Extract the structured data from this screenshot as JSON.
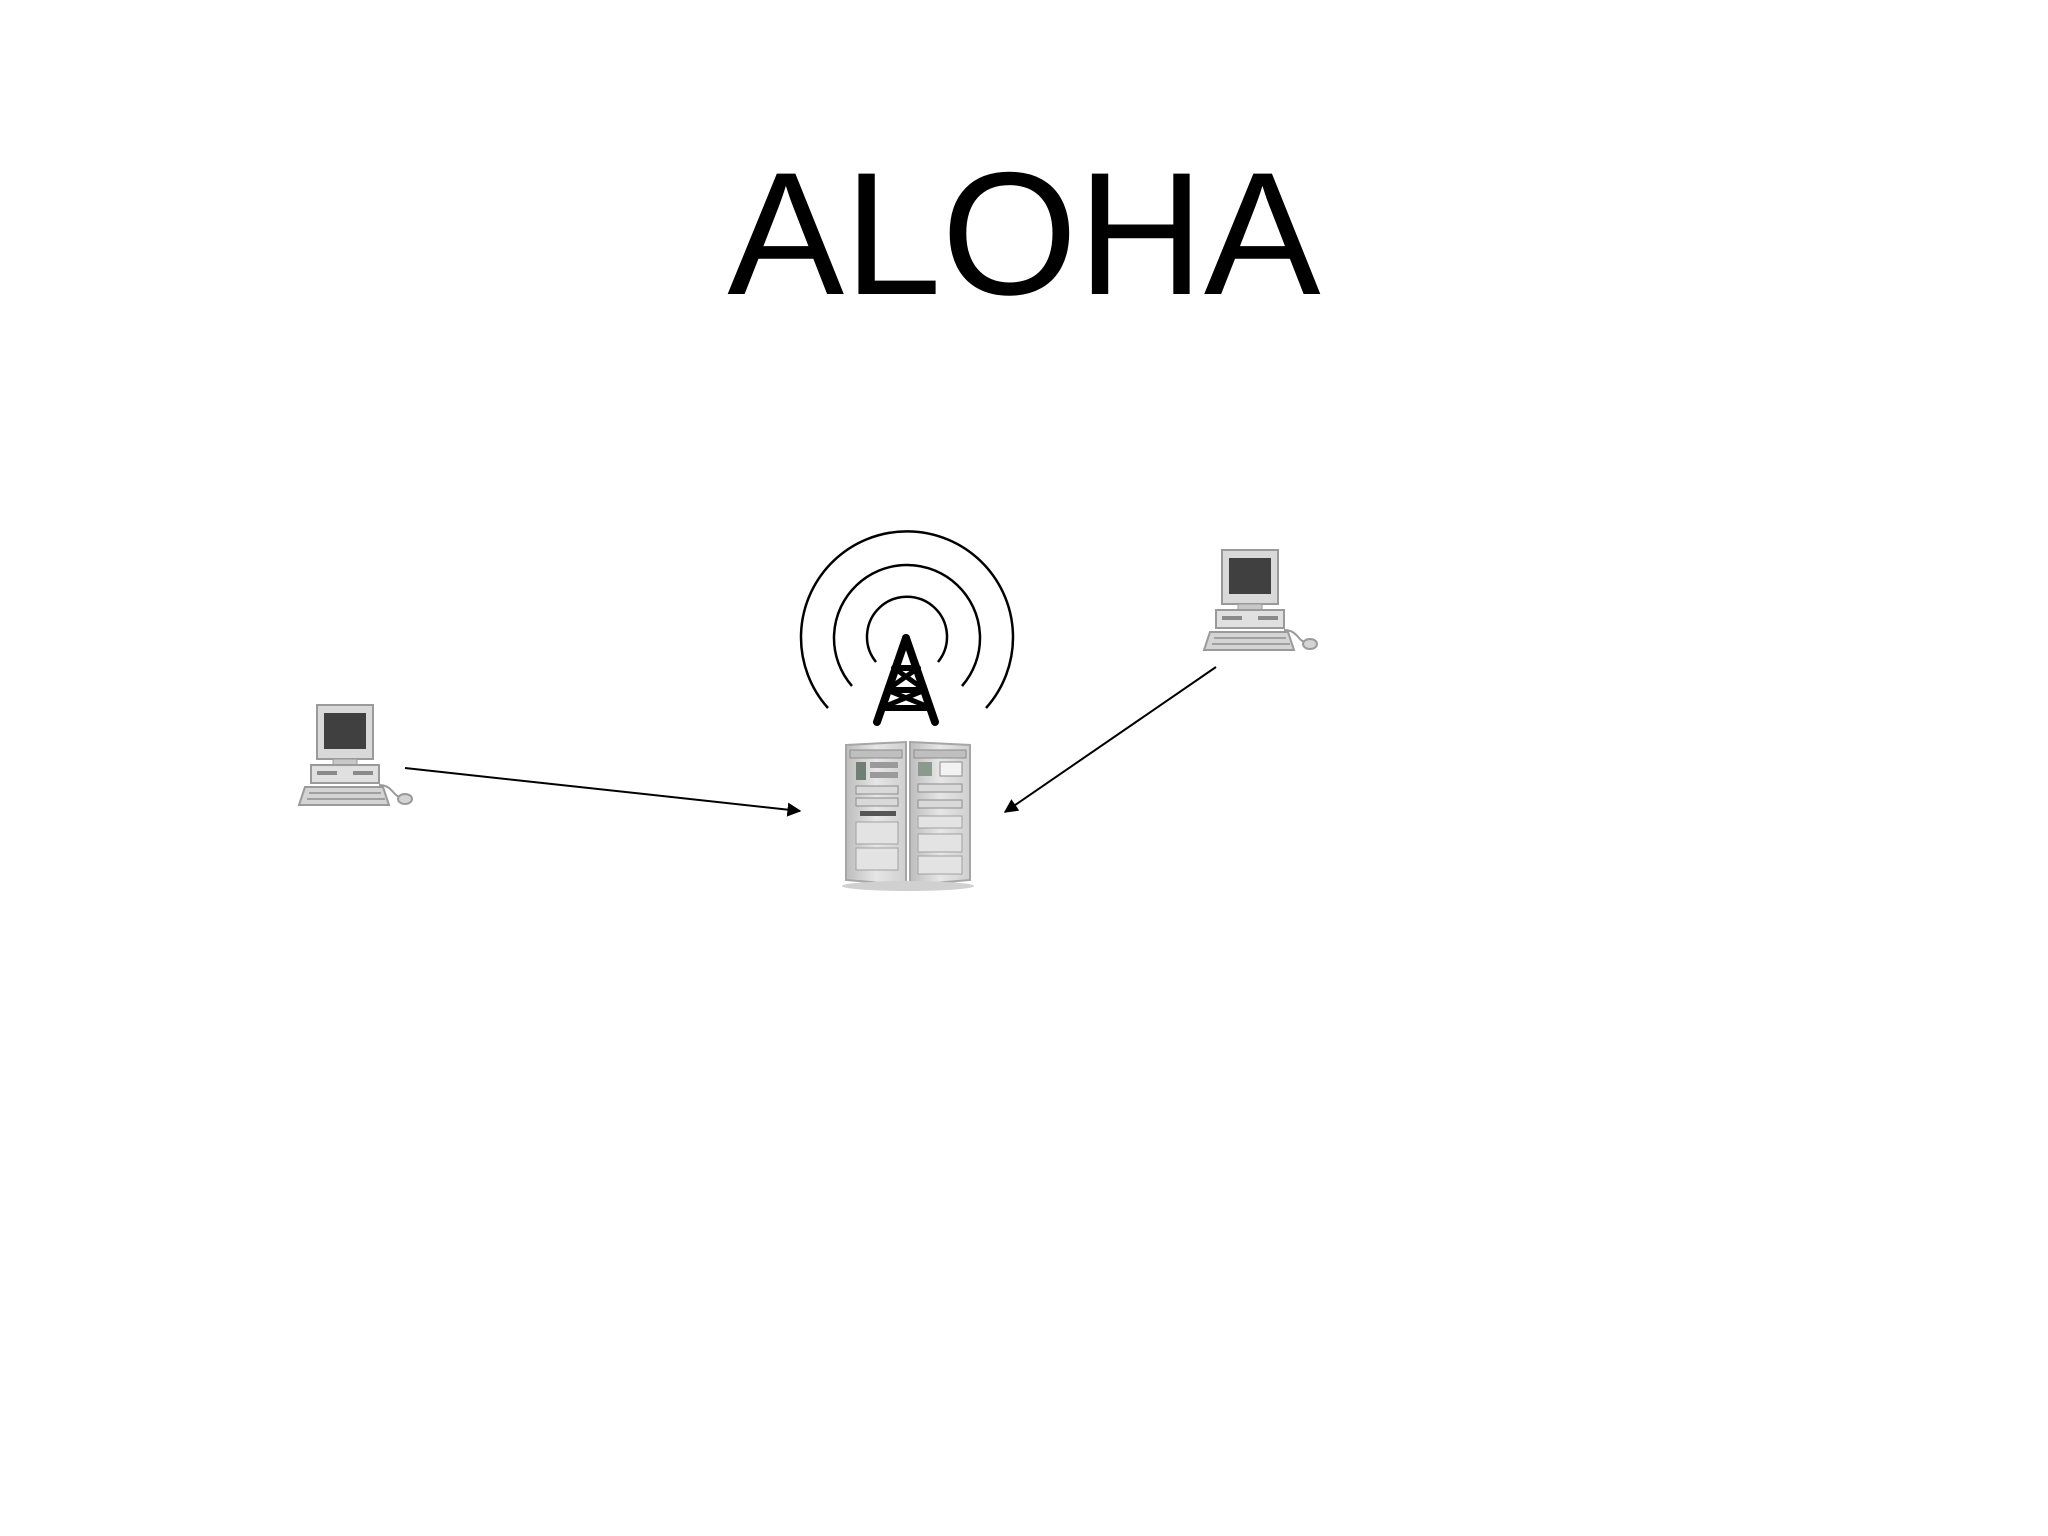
{
  "slide": {
    "title": "ALOHA"
  },
  "diagram": {
    "nodes": [
      {
        "id": "left-workstation",
        "kind": "computer-icon"
      },
      {
        "id": "base-station",
        "kind": "server-rack-icon"
      },
      {
        "id": "right-workstation",
        "kind": "computer-icon"
      }
    ],
    "antenna": {
      "kind": "radio-tower-icon",
      "wave_count": 3
    },
    "links": [
      {
        "from": "left-workstation",
        "to": "base-station",
        "style": "arrow"
      },
      {
        "from": "right-workstation",
        "to": "base-station",
        "style": "arrow"
      }
    ]
  },
  "colors": {
    "background": "#ffffff",
    "text": "#000000",
    "device_body": "#d9d9d9",
    "device_shadow": "#a6a6a6",
    "screen": "#404040"
  }
}
